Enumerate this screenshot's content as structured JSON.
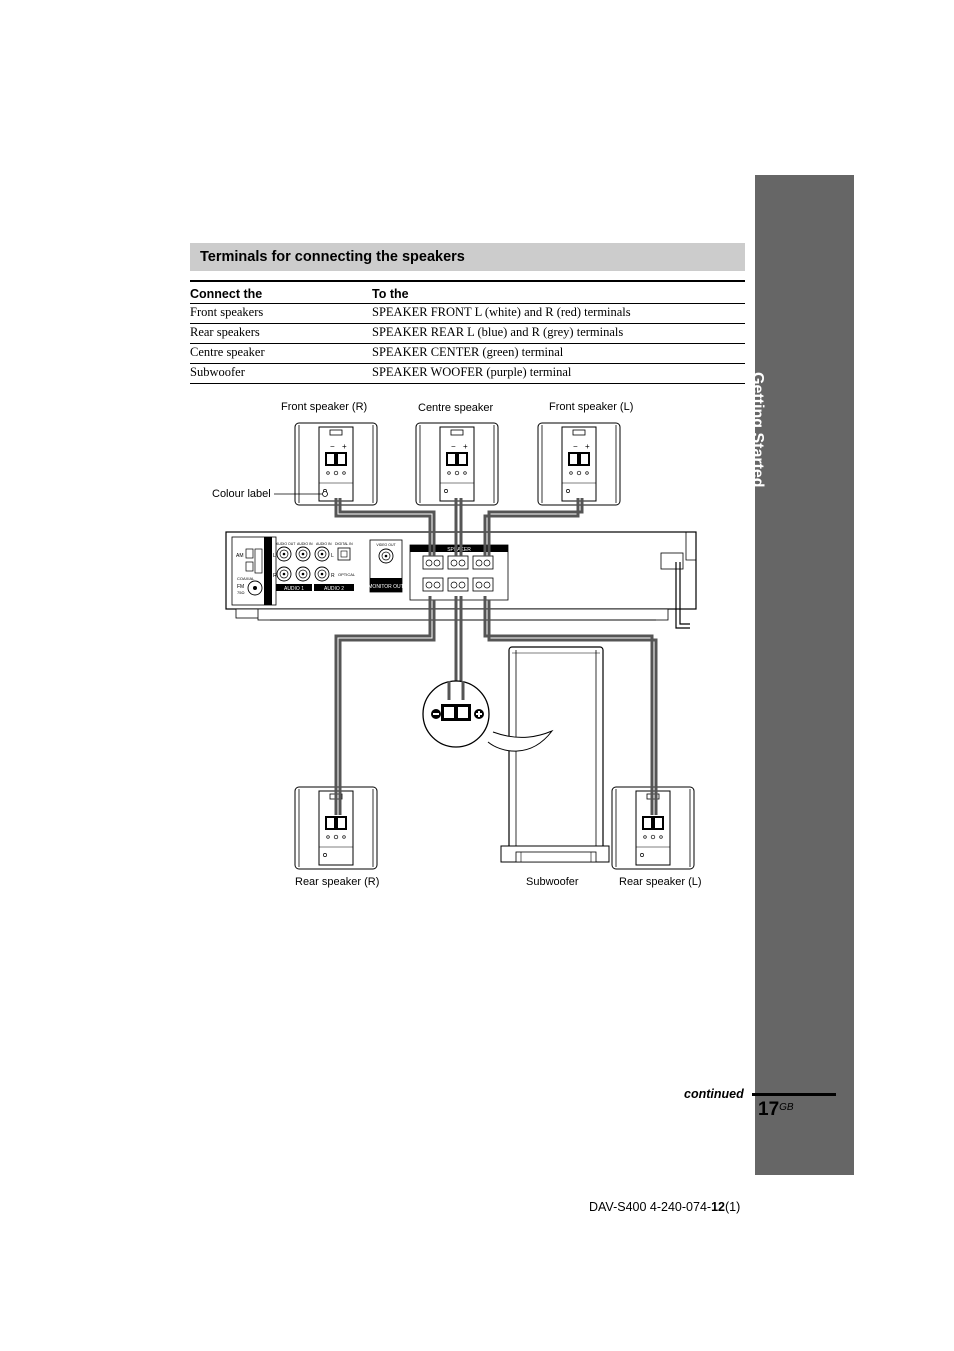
{
  "side_tab": {
    "label": "Getting Started"
  },
  "section": {
    "title": "Terminals for connecting the speakers"
  },
  "table": {
    "headers": [
      "Connect the",
      "To the"
    ],
    "rows": [
      [
        "Front speakers",
        "SPEAKER FRONT L (white) and R (red) terminals"
      ],
      [
        "Rear speakers",
        "SPEAKER REAR L (blue) and R (grey) terminals"
      ],
      [
        "Centre speaker",
        "SPEAKER CENTER (green) terminal"
      ],
      [
        "Subwoofer",
        "SPEAKER WOOFER (purple) terminal"
      ]
    ]
  },
  "diagram": {
    "labels": {
      "front_r": "Front speaker (R)",
      "centre": "Centre speaker",
      "front_l": "Front speaker (L)",
      "colour_label": "Colour label",
      "rear_r": "Rear speaker (R)",
      "subwoofer": "Subwoofer",
      "rear_l": "Rear speaker (L)"
    },
    "panel_text": {
      "speaker": "SPEAKER",
      "audio1": "AUDIO 1",
      "audio2": "AUDIO 2",
      "monitor_out": "MONITOR OUT",
      "optical": "OPTICAL",
      "coaxial": "COAXIAL",
      "am": "AM",
      "fm": "FM",
      "ohm": "75Ω",
      "video_out": "VIDEO OUT",
      "audio_out": "AUDIO OUT",
      "audio_in": "AUDIO IN",
      "digital_in": "DIGITAL IN",
      "l": "L",
      "r": "R",
      "minus": "−",
      "plus": "+"
    }
  },
  "footer": {
    "continued": "continued",
    "page_number": "17",
    "page_suffix": "GB",
    "doc_id_prefix": "DAV-S400 4-240-074-",
    "doc_id_bold": "12",
    "doc_id_suffix": "(1)"
  }
}
